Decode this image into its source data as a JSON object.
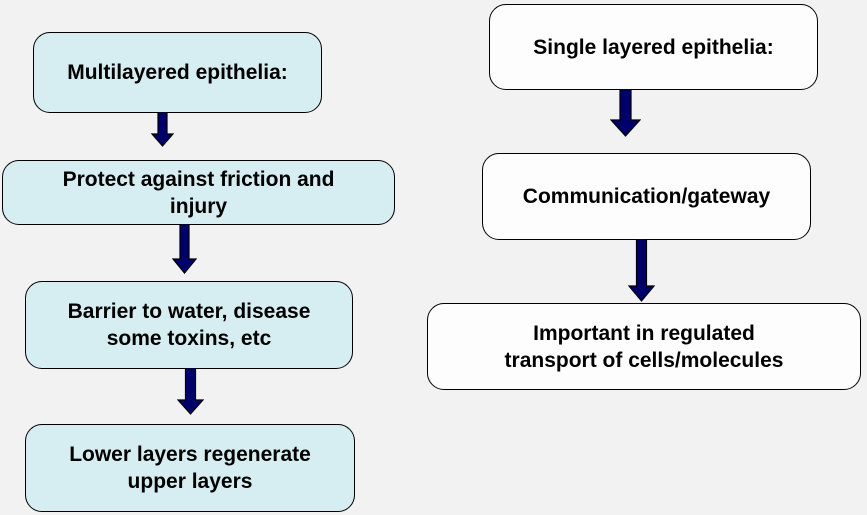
{
  "diagram": {
    "title": "Epithelia comparison flowchart",
    "colors": {
      "background": "#f2f2f2",
      "multilayered_box_fill": "#d6eef2",
      "single_layered_box_fill": "#fdfdfd",
      "box_border": "#000000",
      "arrow_fill": "#00006b",
      "text": "#000000"
    },
    "nodes": {
      "multilayered": {
        "label": "Multilayered epithelia:"
      },
      "protect": {
        "label": "Protect against friction and\ninjury"
      },
      "barrier": {
        "label": "Barrier to water, disease\nsome toxins, etc"
      },
      "regenerate": {
        "label": "Lower layers regenerate\nupper layers"
      },
      "single": {
        "label": "Single layered epithelia:"
      },
      "communication": {
        "label": "Communication/gateway"
      },
      "transport": {
        "label": "Important in regulated\ntransport of cells/molecules"
      }
    },
    "edges": [
      {
        "from": "multilayered",
        "to": "protect"
      },
      {
        "from": "protect",
        "to": "barrier"
      },
      {
        "from": "barrier",
        "to": "regenerate"
      },
      {
        "from": "single",
        "to": "communication"
      },
      {
        "from": "communication",
        "to": "transport"
      }
    ]
  }
}
